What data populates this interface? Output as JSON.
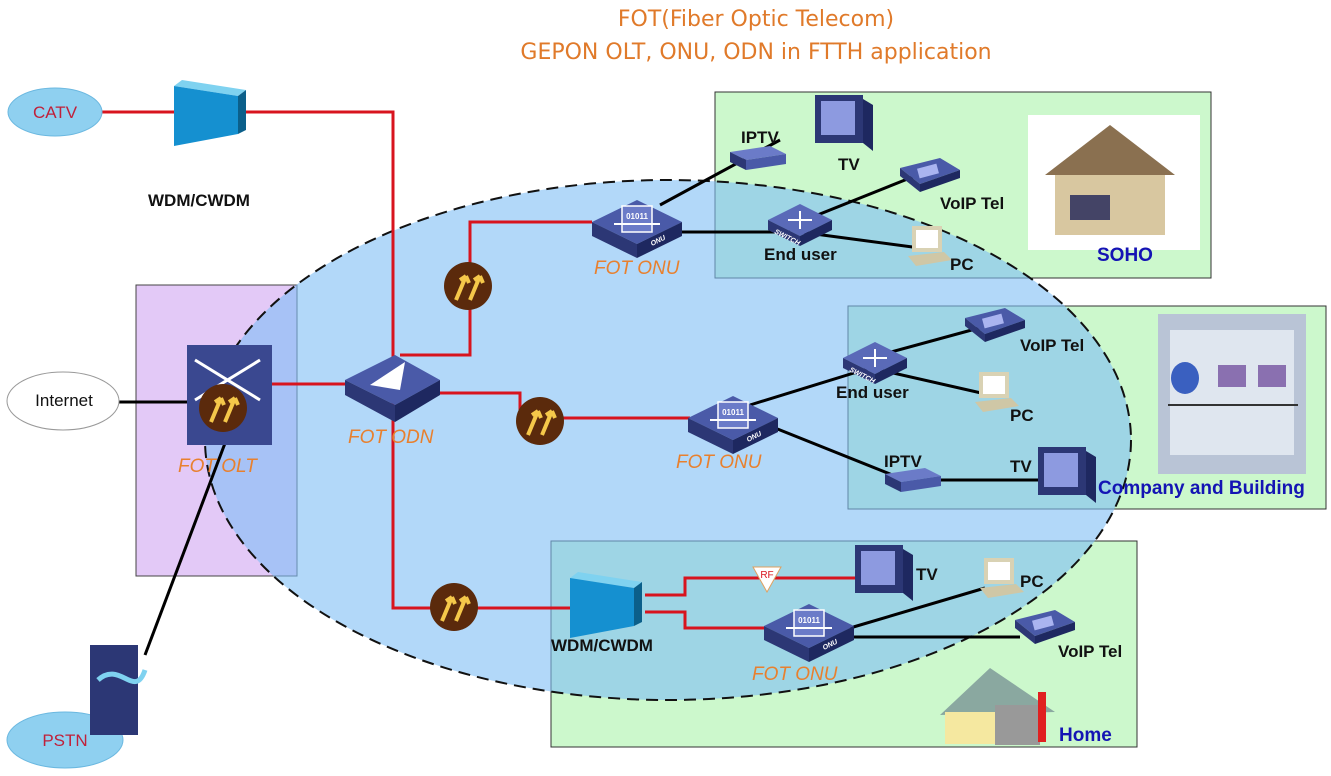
{
  "title": {
    "line1": "FOT(Fiber Optic Telecom)",
    "line2": "GEPON OLT, ONU, ODN in FTTH application"
  },
  "clouds": {
    "catv": "CATV",
    "internet": "Internet",
    "pstn": "PSTN"
  },
  "core": {
    "wdm_top": "WDM/CWDM",
    "olt": "FOT OLT",
    "odn": "FOT ODN"
  },
  "soho": {
    "onu": "FOT ONU",
    "iptv": "IPTV",
    "tv": "TV",
    "voip": "VoIP Tel",
    "switch": "End user",
    "pc": "PC",
    "zone": "SOHO"
  },
  "company": {
    "onu": "FOT ONU",
    "switch": "End user",
    "voip": "VoIP Tel",
    "pc": "PC",
    "iptv": "IPTV",
    "tv": "TV",
    "zone": "Company and Building"
  },
  "home": {
    "wdm": "WDM/CWDM",
    "rf": "RF",
    "tv": "TV",
    "pc": "PC",
    "onu": "FOT ONU",
    "voip": "VoIP Tel",
    "zone": "Home"
  },
  "device_badge": {
    "onu_code": "01011",
    "onu_tag": "ONU",
    "switch_tag": "SWITCH"
  },
  "colors": {
    "fiber": "#d8141e",
    "title": "#e07a2a",
    "zone_label": "#1414b4",
    "zone_bg": "#ccf8cc",
    "odn_area": "#a9d3f7",
    "olt_area": "#e3c9f7"
  }
}
